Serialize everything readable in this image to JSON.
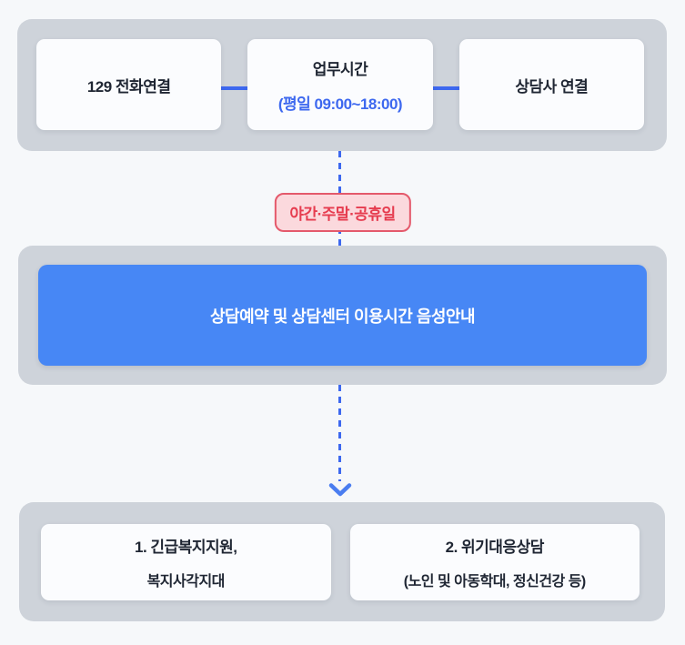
{
  "colors": {
    "page_bg": "#f6f8fa",
    "panel_bg": "#ced3da",
    "card_bg": "#fbfcfe",
    "accent_blue": "#3d68ef",
    "button_blue": "#4787f5",
    "badge_bg": "#fbd9dd",
    "badge_border": "#e4596b",
    "badge_text": "#e63c4f",
    "text_dark": "#1f2633"
  },
  "flow": {
    "steps": {
      "call": {
        "title": "129 전화연결"
      },
      "hours": {
        "title": "업무시간",
        "subtitle": "(평일 09:00~18:00)"
      },
      "agent": {
        "title": "상담사 연결"
      }
    },
    "offhours_badge": {
      "label": "야간·주말·공휴일"
    },
    "voice_guide_button": {
      "label": "상담예약 및 상담센터 이용시간 음성안내"
    },
    "services": [
      {
        "line1": "1. 긴급복지지원,",
        "line2": "복지사각지대"
      },
      {
        "line1": "2. 위기대응상담",
        "line2": "(노인 및 아동학대, 정신건강 등)"
      }
    ]
  }
}
